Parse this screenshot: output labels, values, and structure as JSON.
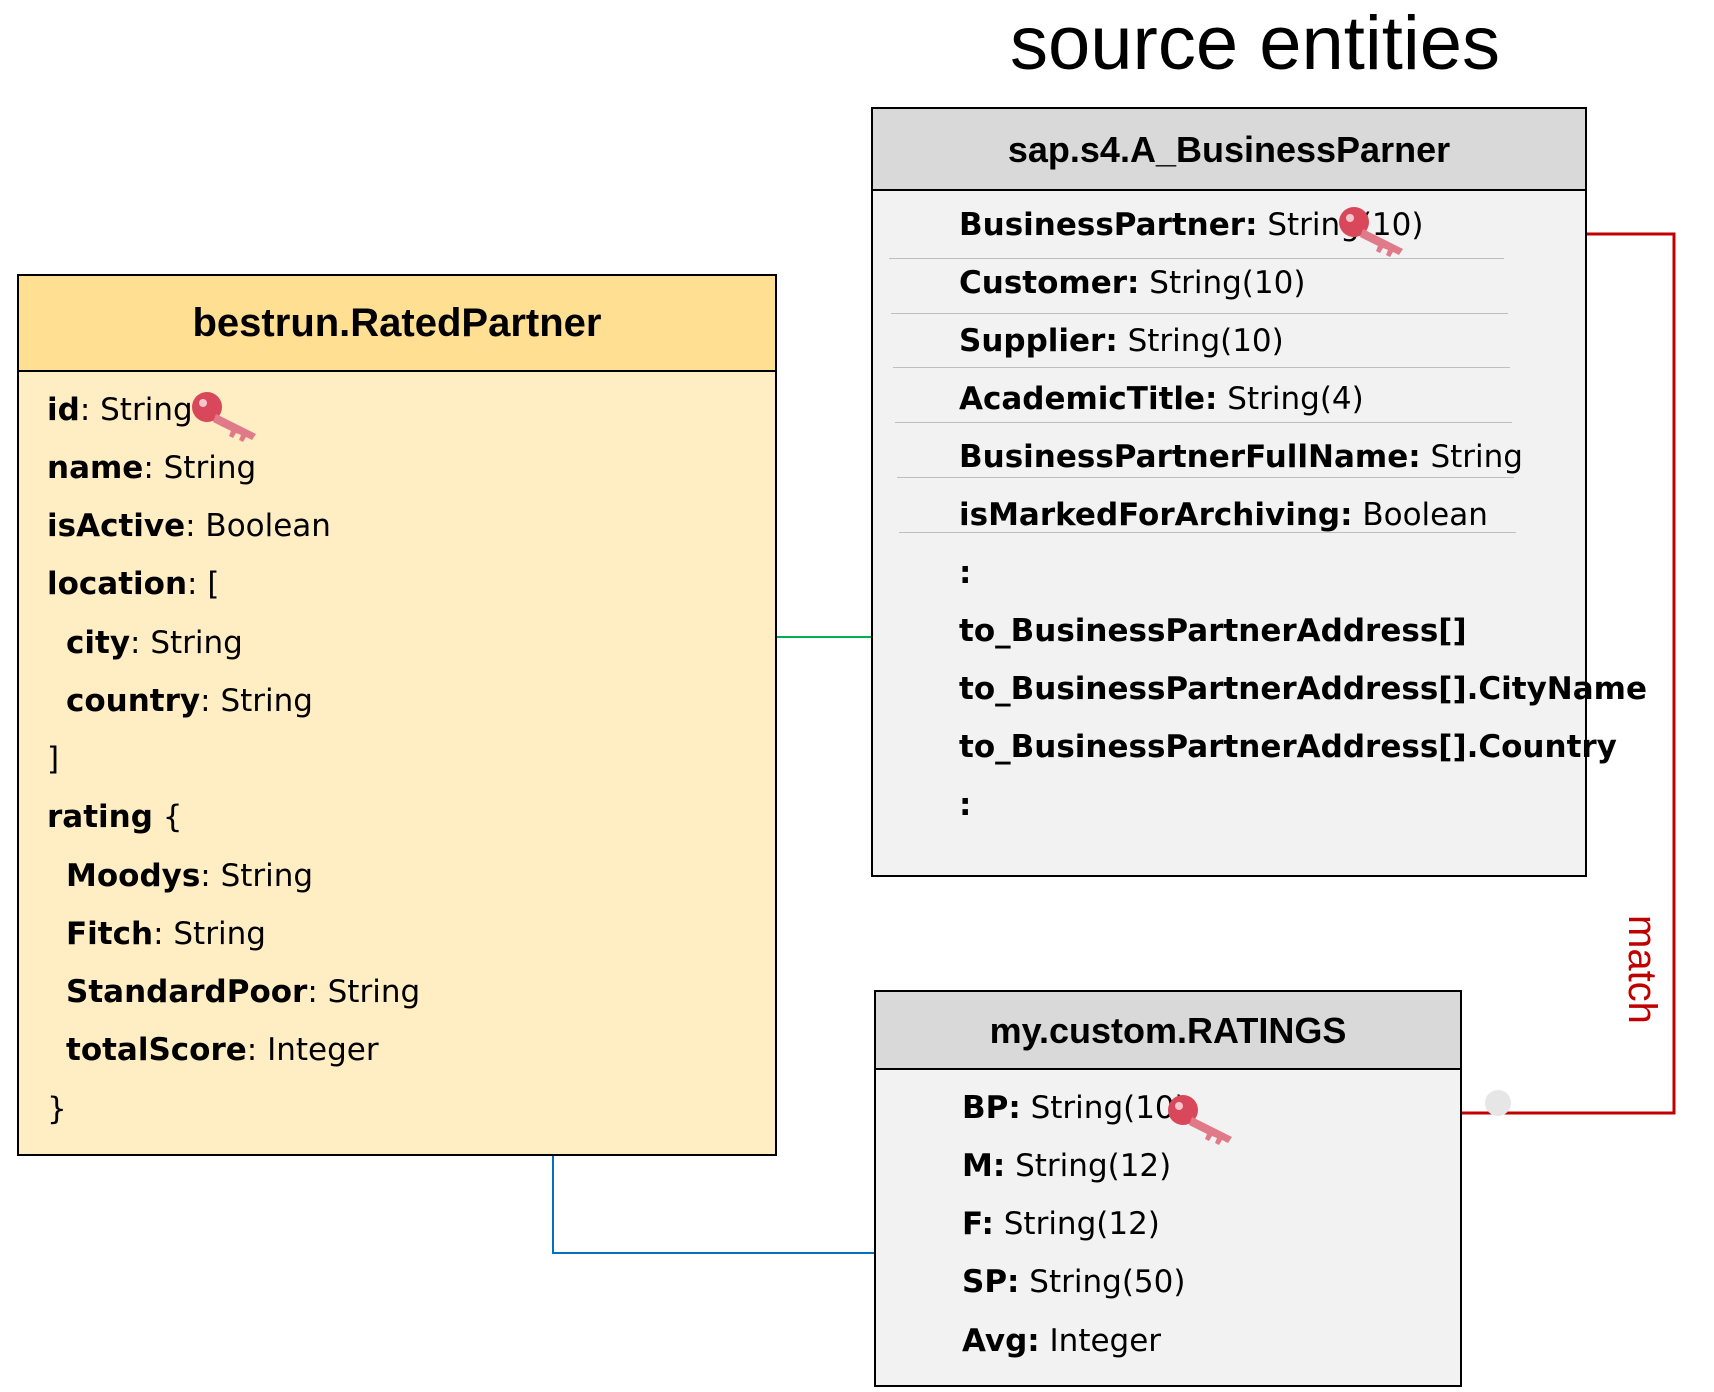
{
  "title": "source entities",
  "rated_partner": {
    "name": "bestrun.RatedPartner",
    "lines": [
      {
        "field": "id",
        "type": ": String"
      },
      {
        "field": "name",
        "type": ": String"
      },
      {
        "field": "isActive",
        "type": ": Boolean"
      },
      {
        "field": "location",
        "type": ": ["
      },
      {
        "field": "city",
        "type": ": String"
      },
      {
        "field": "country",
        "type": ": String"
      },
      {
        "field": "",
        "type": "]"
      },
      {
        "field": "rating",
        "type": " {"
      },
      {
        "field": "Moodys",
        "type": ": String"
      },
      {
        "field": "Fitch",
        "type": ": String"
      },
      {
        "field": "StandardPoor",
        "type": ": String"
      },
      {
        "field": "totalScore",
        "type": ": Integer"
      },
      {
        "field": "",
        "type": "}"
      }
    ]
  },
  "business_partner": {
    "name": "sap.s4.A_BusinessParner",
    "lines": [
      {
        "field": "BusinessPartner:",
        "type": " String(10)"
      },
      {
        "field": "Customer:",
        "type": " String(10)"
      },
      {
        "field": "Supplier:",
        "type": " String(10)"
      },
      {
        "field": "AcademicTitle:",
        "type": " String(4)"
      },
      {
        "field": "BusinessPartnerFullName:",
        "type": " String"
      },
      {
        "field": "isMarkedForArchiving:",
        "type": " Boolean"
      },
      {
        "field": ":",
        "type": ""
      },
      {
        "field": "to_BusinessPartnerAddress[]",
        "type": ""
      },
      {
        "field": "to_BusinessPartnerAddress[].CityName",
        "type": ""
      },
      {
        "field": "to_BusinessPartnerAddress[].Country",
        "type": ""
      },
      {
        "field": ":",
        "type": ""
      }
    ]
  },
  "ratings": {
    "name": "my.custom.RATINGS",
    "lines": [
      {
        "field": "BP:",
        "type": " String(10)"
      },
      {
        "field": "M:",
        "type": " String(12)"
      },
      {
        "field": "F:",
        "type": " String(12)"
      },
      {
        "field": "SP:",
        "type": " String(50)"
      },
      {
        "field": "Avg:",
        "type": " Integer"
      }
    ]
  },
  "connectors": {
    "match_label": "match"
  },
  "colors": {
    "rated_header": "#ffdf92",
    "rated_body": "#ffedc4",
    "source_header": "#d9d9d9",
    "source_body": "#f2f2f2",
    "green_connector": "#00b050",
    "blue_connector": "#0070c0",
    "match_connector": "#c00000",
    "key_icon": "#d9485a"
  }
}
